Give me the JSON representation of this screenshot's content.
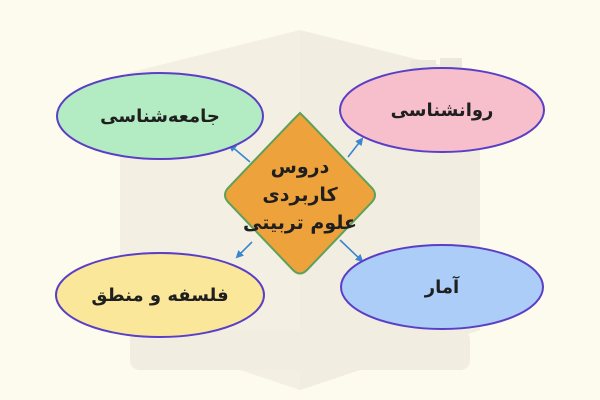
{
  "diagram": {
    "center": {
      "label": "دروس کاربردی\nعلوم تربیتی",
      "fill": "#eea23b",
      "stroke": "#5fa05a"
    },
    "nodes": {
      "top_left": {
        "label": "جامعه‌شناسی",
        "fill": "#b3ecc2",
        "stroke": "#5a3fc6"
      },
      "top_right": {
        "label": "روانشناسی",
        "fill": "#f6bfcb",
        "stroke": "#5a3fc6"
      },
      "bottom_left": {
        "label": "فلسفه و منطق",
        "fill": "#fbe79a",
        "stroke": "#5a3fc6"
      },
      "bottom_right": {
        "label": "آمار",
        "fill": "#abcdf7",
        "stroke": "#5a3fc6"
      }
    },
    "connector_color": "#3a86d0"
  },
  "background": {
    "color": "#fdfaee",
    "watermark_color": "#ece8dc"
  }
}
